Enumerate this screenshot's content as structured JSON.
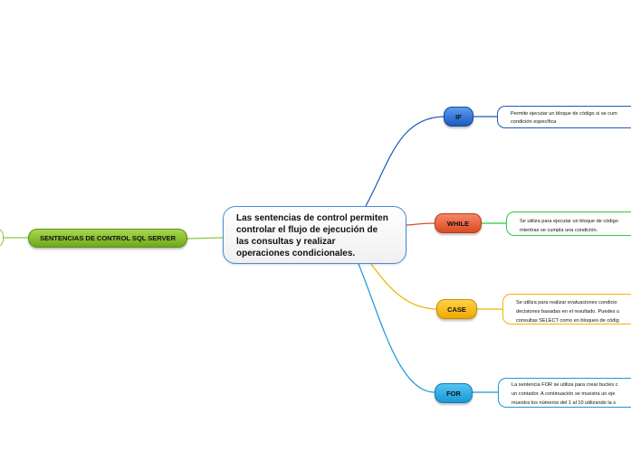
{
  "central": {
    "lines": [
      "Las sentencias de control permiten",
      "controlar el flujo de ejecución de",
      "las consultas y realizar",
      "operaciones condicionales."
    ]
  },
  "root": {
    "label": "SENTENCIAS DE CONTROL SQL SERVER"
  },
  "branches": [
    {
      "label": "IF",
      "color": "#1a5bbd",
      "lines": [
        "Permite ejecutar un bloque de código si se cum",
        "condición específica"
      ]
    },
    {
      "label": "WHILE",
      "color": "#dc4a22",
      "lines": [
        "Se utiliza para ejecutar un bloque de código",
        "mientras se cumpla una condición."
      ]
    },
    {
      "label": "CASE",
      "color": "#f0a700",
      "lines": [
        "Se utiliza para realizar evaluaciones condicio",
        "decisiones basadas en el resultado. Puedes u",
        "consultas SELECT como en bloques de códig"
      ]
    },
    {
      "label": "FOR",
      "color": "#1a98d6",
      "lines": [
        "La sentencia FOR se utiliza para crear bucles c",
        "un contador. A continuación se muestra un eje",
        "muestra los números del 1 al 10 utilizando la s"
      ]
    }
  ]
}
